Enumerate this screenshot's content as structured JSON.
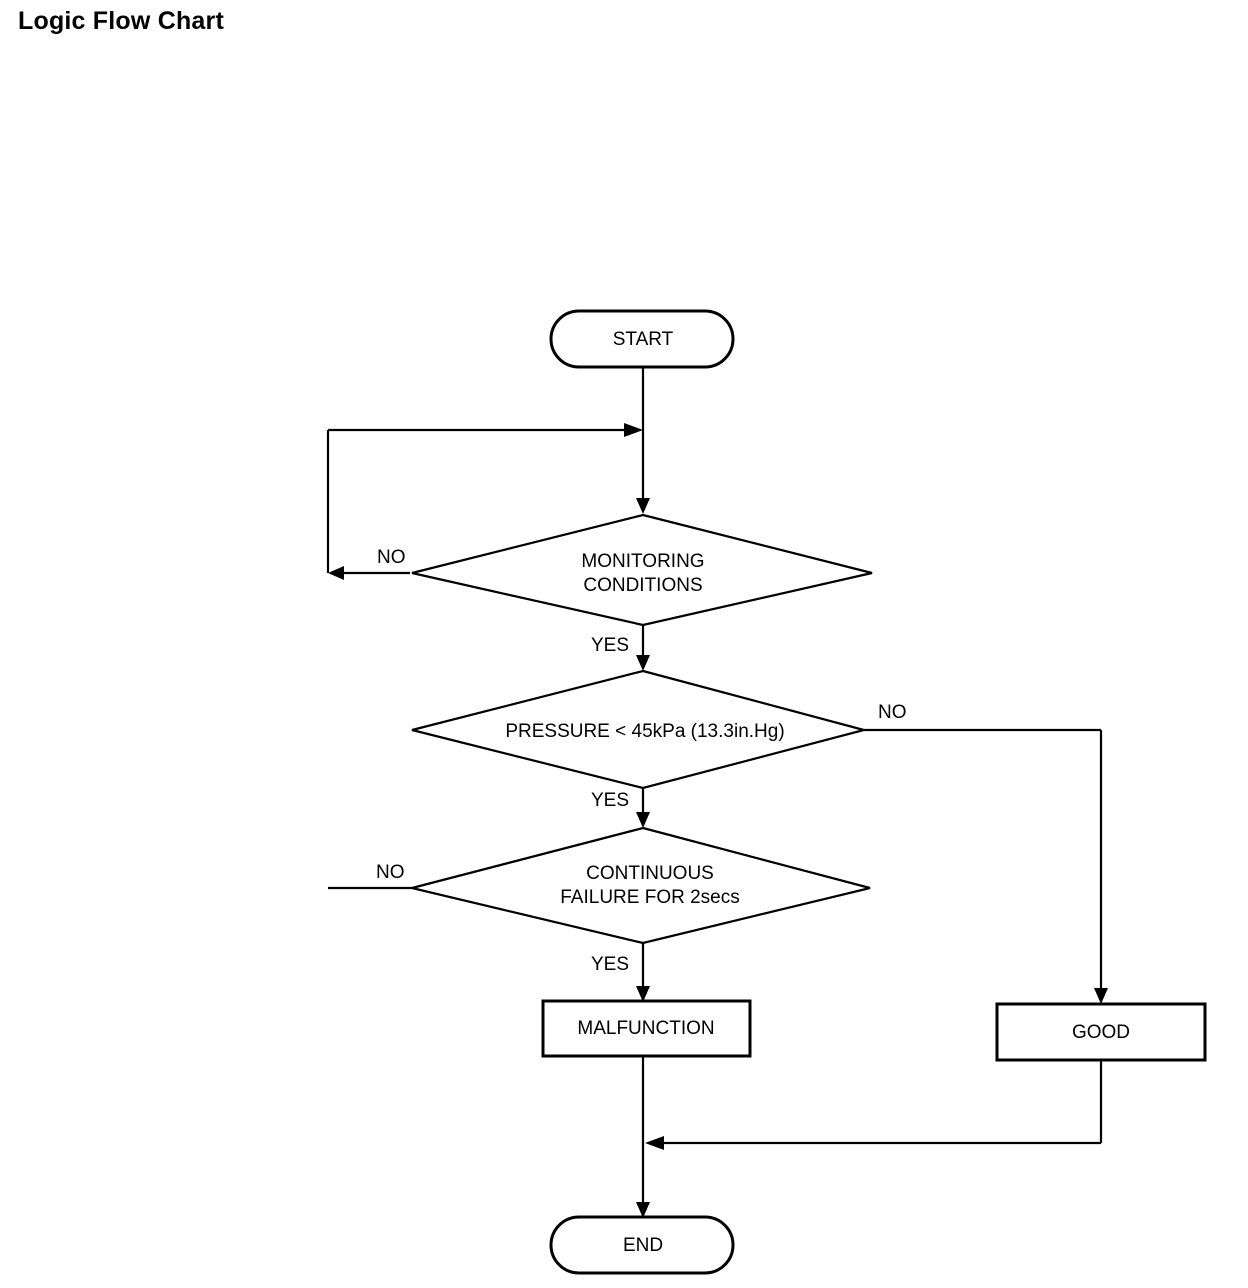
{
  "page": {
    "title": "Logic Flow Chart",
    "background_color": "#ffffff",
    "line_color": "#000000"
  },
  "chart_data": {
    "type": "diagram",
    "diagram_kind": "flowchart",
    "title": "Logic Flow Chart",
    "nodes": [
      {
        "id": "start",
        "shape": "terminator",
        "label": "START"
      },
      {
        "id": "monitoring",
        "shape": "decision",
        "label": "MONITORING\nCONDITIONS",
        "line1": "MONITORING",
        "line2": "CONDITIONS"
      },
      {
        "id": "pressure",
        "shape": "decision",
        "label": "PRESSURE < 45kPa (13.3in.Hg)",
        "line1": "PRESSURE < 45kPa (13.3in.Hg)",
        "line2": ""
      },
      {
        "id": "continuous",
        "shape": "decision",
        "label": "CONTINUOUS\nFAILURE FOR 2secs",
        "line1": "CONTINUOUS",
        "line2": "FAILURE FOR 2secs"
      },
      {
        "id": "malfunction",
        "shape": "process",
        "label": "MALFUNCTION"
      },
      {
        "id": "good",
        "shape": "process",
        "label": "GOOD"
      },
      {
        "id": "end",
        "shape": "terminator",
        "label": "END"
      }
    ],
    "edges": [
      {
        "from": "start",
        "to": "monitoring",
        "label": ""
      },
      {
        "from": "monitoring",
        "to": "pressure",
        "label": "YES"
      },
      {
        "from": "monitoring",
        "to": "monitoring",
        "label": "NO"
      },
      {
        "from": "pressure",
        "to": "continuous",
        "label": "YES"
      },
      {
        "from": "pressure",
        "to": "good",
        "label": "NO"
      },
      {
        "from": "continuous",
        "to": "malfunction",
        "label": "YES"
      },
      {
        "from": "continuous",
        "to": "monitoring",
        "label": "NO"
      },
      {
        "from": "malfunction",
        "to": "end",
        "label": ""
      },
      {
        "from": "good",
        "to": "end",
        "label": ""
      }
    ]
  },
  "labels": {
    "start": "START",
    "monitoring_line1": "MONITORING",
    "monitoring_line2": "CONDITIONS",
    "pressure": "PRESSURE < 45kPa (13.3in.Hg)",
    "continuous_line1": "CONTINUOUS",
    "continuous_line2": "FAILURE FOR 2secs",
    "malfunction": "MALFUNCTION",
    "good": "GOOD",
    "end": "END",
    "yes_monitoring": "YES",
    "no_monitoring": "NO",
    "yes_pressure": "YES",
    "no_pressure": "NO",
    "yes_continuous": "YES",
    "no_continuous": "NO"
  }
}
